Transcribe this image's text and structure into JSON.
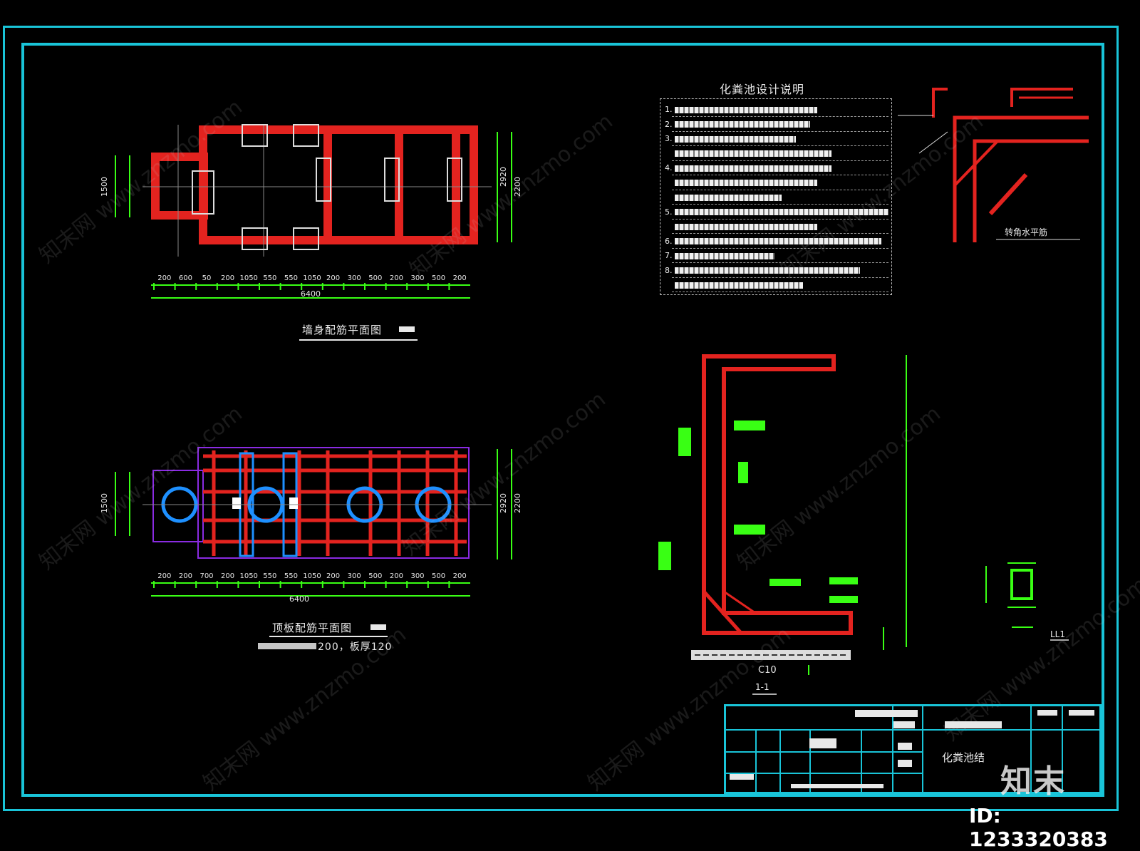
{
  "drawing": {
    "notes_title": "化粪池设计说明",
    "notes": [
      {
        "num": "1."
      },
      {
        "num": "2."
      },
      {
        "num": "3."
      },
      {
        "num": ""
      },
      {
        "num": "4."
      },
      {
        "num": ""
      },
      {
        "num": ""
      },
      {
        "num": "5."
      },
      {
        "num": ""
      },
      {
        "num": "6."
      },
      {
        "num": "7."
      },
      {
        "num": "8."
      },
      {
        "num": ""
      }
    ],
    "plan_top": {
      "title": "墙身配筋平面图",
      "total_dim": "6400",
      "dims": [
        "200",
        "600",
        "50",
        "200",
        "1050",
        "550",
        "550",
        "1050",
        "200",
        "300",
        "500",
        "200",
        "300",
        "500",
        "200"
      ],
      "right_dims": [
        "2920",
        "2200"
      ],
      "left_dims": [
        "1500"
      ]
    },
    "plan_bottom": {
      "title": "顶板配筋平面图",
      "subtitle": "200，板厚120",
      "total_dim": "6400",
      "dims": [
        "200",
        "200",
        "700",
        "200",
        "1050",
        "550",
        "550",
        "1050",
        "200",
        "300",
        "500",
        "200",
        "300",
        "500",
        "200"
      ],
      "right_dims": [
        "2920",
        "2200"
      ],
      "left_dims": [
        "1500"
      ]
    },
    "section": {
      "label": "1-1",
      "concrete": "C10"
    },
    "detail_ll": {
      "label": "LL1"
    },
    "detail_corner": {
      "label": "转角水平筋"
    },
    "title_block": {
      "title": "化粪池结"
    },
    "watermark": "知末网 www.znzmo.com",
    "brand": "知末",
    "id_text": "ID: 1233320383"
  }
}
